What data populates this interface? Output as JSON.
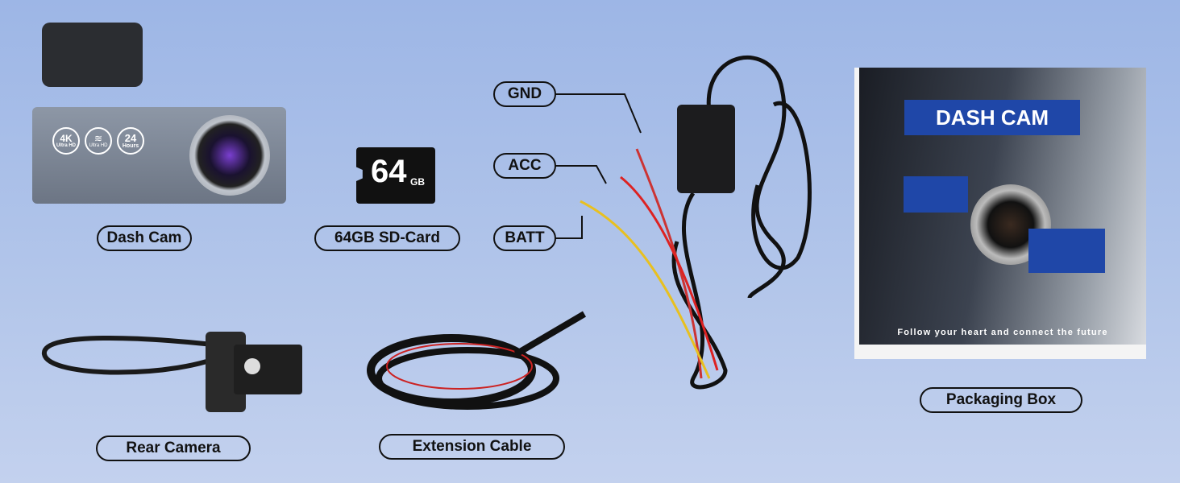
{
  "labels": {
    "dash_cam": "Dash Cam",
    "sd_card": "64GB SD-Card",
    "rear_camera": "Rear Camera",
    "extension_cable": "Extension Cable",
    "packaging_box": "Packaging Box",
    "gnd": "GND",
    "acc": "ACC",
    "batt": "BATT"
  },
  "dash_cam": {
    "badges": [
      {
        "big": "4K",
        "small": "Ultra HD"
      },
      {
        "big": "wifi",
        "small": "Ultra HD"
      },
      {
        "big": "24",
        "small": "Hours"
      }
    ]
  },
  "sd_card": {
    "capacity": "64",
    "unit": "GB"
  },
  "box": {
    "title": "DASH CAM",
    "tagline": "Follow your heart and connect the future"
  },
  "colors": {
    "background": "#a8bfe8",
    "box_blue": "#1f47a8",
    "text": "#111111"
  }
}
